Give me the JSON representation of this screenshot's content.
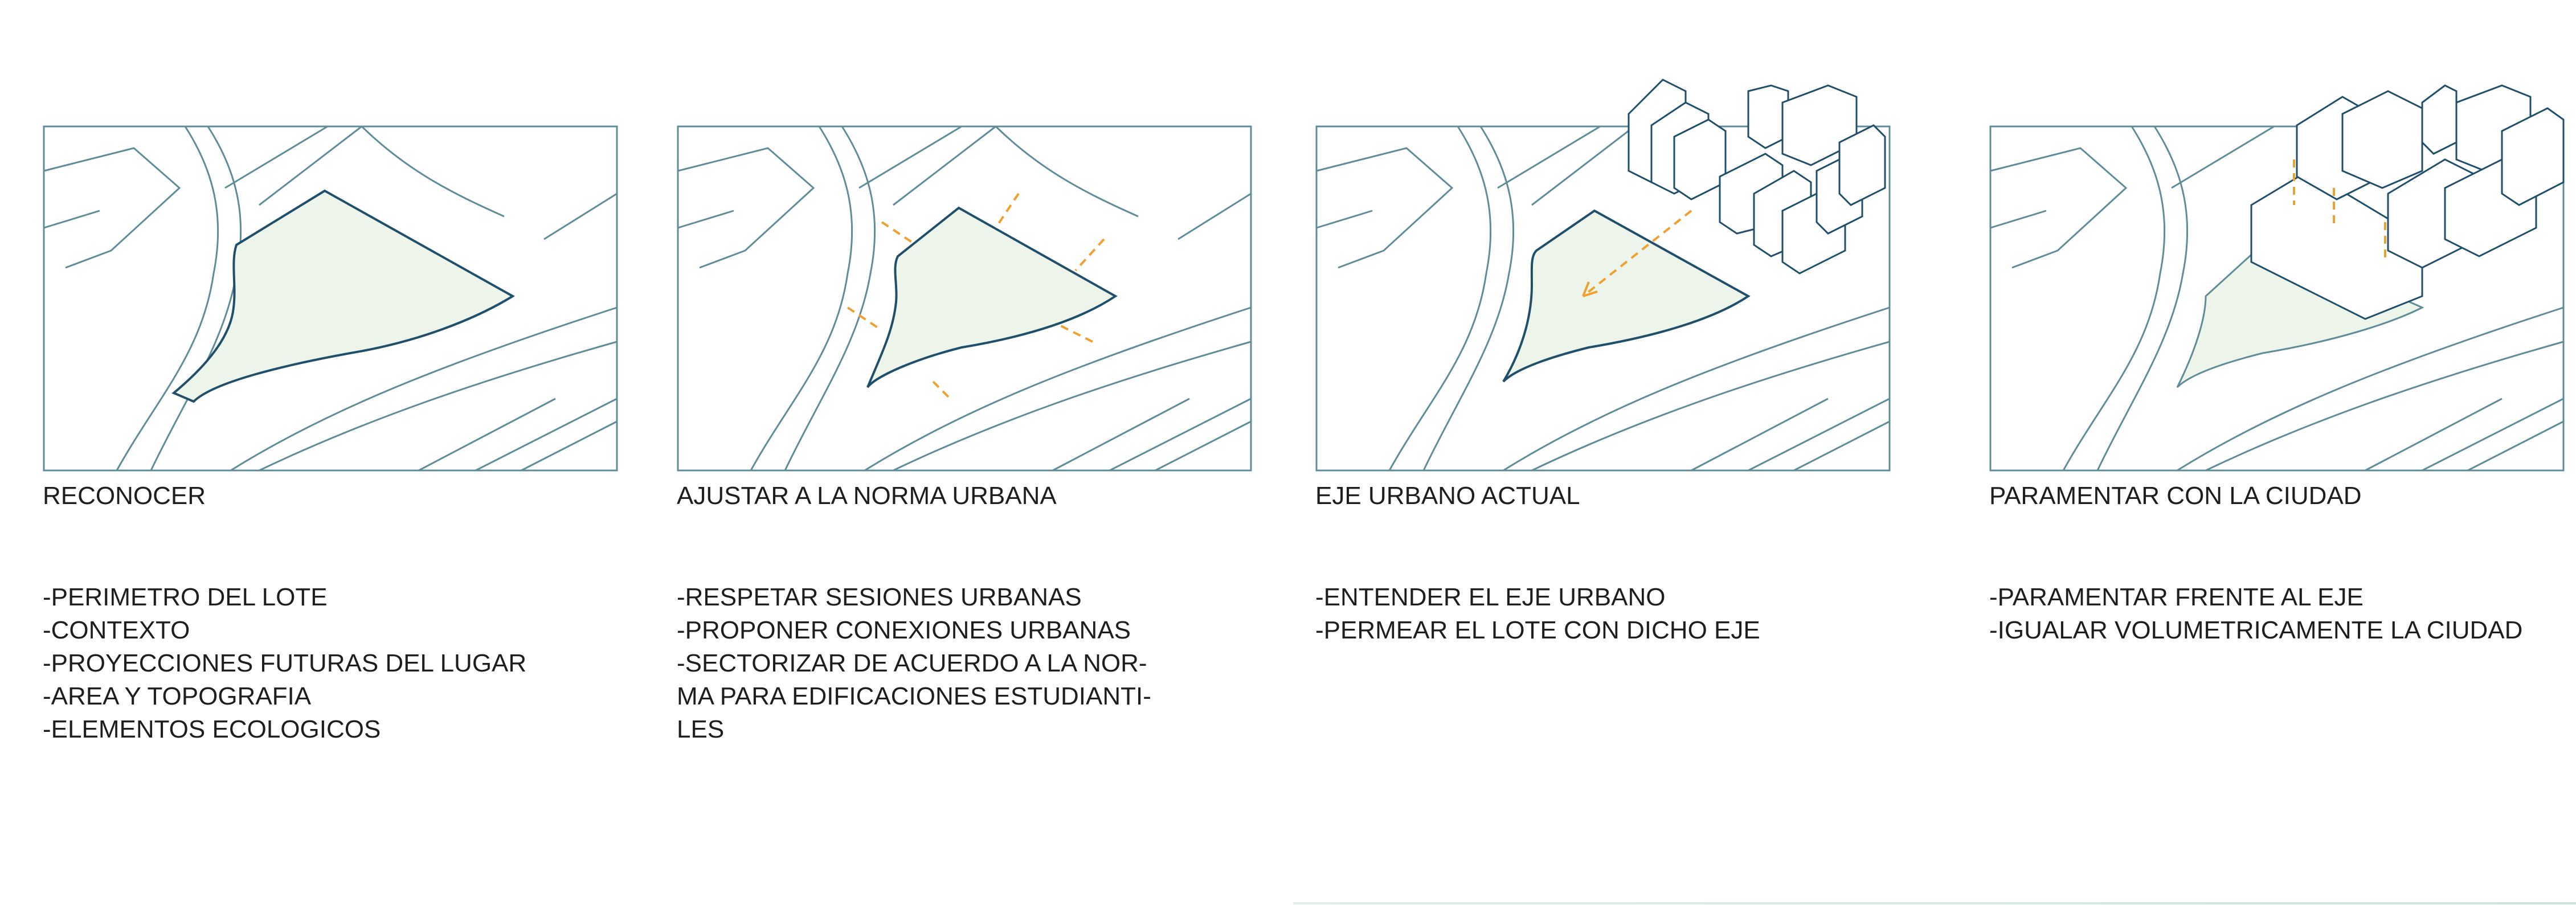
{
  "colors": {
    "street_line": "#5f8c99",
    "frame": "#5f8c99",
    "lot_fill": "#edf5ea",
    "lot_outline": "#1f4f6b",
    "building_line": "#1f4f6b",
    "axis_arrow": "#f0a030",
    "text": "#1e1e1e"
  },
  "panels": [
    {
      "title": "RECONOCER",
      "bullets": [
        "-PERIMETRO DEL LOTE",
        "-CONTEXTO",
        "-PROYECCIONES FUTURAS DEL LUGAR",
        "-AREA Y TOPOGRAFIA",
        "-ELEMENTOS ECOLOGICOS"
      ]
    },
    {
      "title": "AJUSTAR A LA NORMA URBANA",
      "bullets": [
        "-RESPETAR SESIONES URBANAS",
        "-PROPONER CONEXIONES URBANAS",
        "-SECTORIZAR DE ACUERDO A LA NOR-",
        "MA PARA EDIFICACIONES ESTUDIANTI-",
        "LES"
      ]
    },
    {
      "title": "EJE URBANO ACTUAL",
      "bullets": [
        "-ENTENDER EL EJE URBANO",
        "-PERMEAR EL LOTE CON DICHO EJE"
      ]
    },
    {
      "title": "PARAMENTAR CON LA CIUDAD",
      "bullets": [
        "-PARAMENTAR FRENTE AL EJE",
        "-IGUALAR VOLUMETRICAMENTE LA CIUDAD"
      ]
    }
  ]
}
